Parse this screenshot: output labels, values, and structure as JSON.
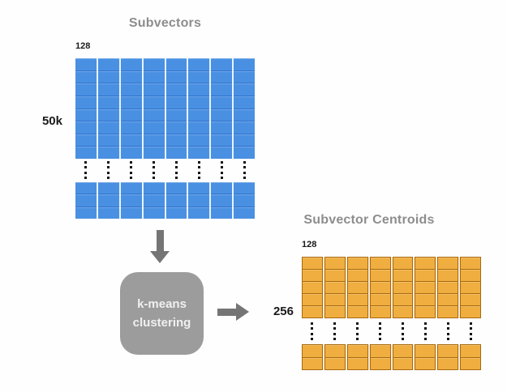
{
  "colors": {
    "title_gray": "#8d8d8d",
    "label_black": "#1a1a1a",
    "arrow_gray": "#757575",
    "box_gray": "#9c9c9c",
    "box_text": "#f0f0f0",
    "blue_fill": "#4a90e2",
    "blue_line": "#2e72d0",
    "blue_gap": "#e6f3fd",
    "orange_fill": "#efae3f",
    "orange_line": "#a8690e",
    "orange_gap": "#f9ecd9",
    "dot_black": "#141414"
  },
  "subvectors": {
    "title": "Subvectors",
    "cols_label": "128",
    "rows_label": "50k",
    "columns": 8,
    "top_rows": 8,
    "bottom_rows": 3,
    "ellipsis_dots": 4
  },
  "kmeans": {
    "line1": "k-means",
    "line2": "clustering"
  },
  "centroids": {
    "title": "Subvector Centroids",
    "cols_label": "128",
    "rows_label": "256",
    "columns": 8,
    "top_rows": 5,
    "bottom_rows": 2,
    "ellipsis_dots": 4
  }
}
